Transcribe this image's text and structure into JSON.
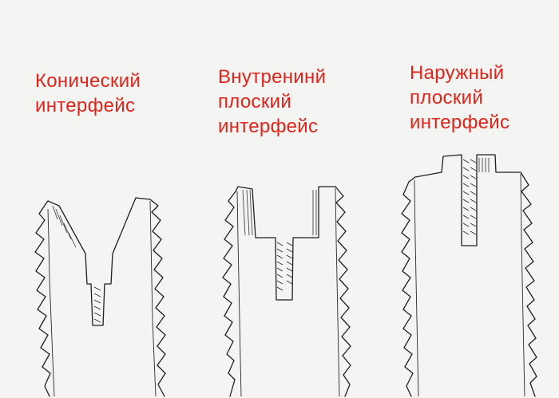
{
  "labels": [
    {
      "lines": [
        "Конический",
        "интерфейс"
      ]
    },
    {
      "lines": [
        "Внутренинй",
        "плоский",
        "интерфейс"
      ]
    },
    {
      "lines": [
        "Наружный",
        "плоский",
        "интерфейс"
      ]
    }
  ],
  "colors": {
    "label": "#e0241b",
    "stroke": "#1f1f1f",
    "background": "#f4f4f2"
  }
}
